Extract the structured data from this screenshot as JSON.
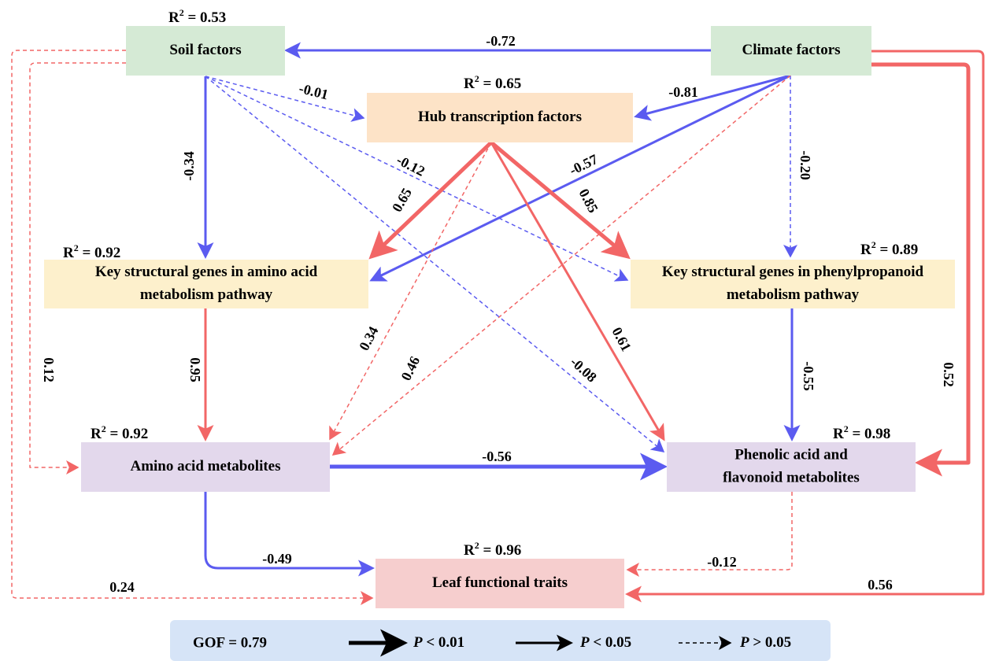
{
  "colors": {
    "negative": "#5b5bf0",
    "positive": "#f26666",
    "soil_box": "#d5ead5",
    "climate_box": "#d5ead5",
    "hub_box": "#fde3c7",
    "amino_genes_box": "#fdf0cc",
    "phenyl_genes_box": "#fdf0cc",
    "amino_met_box": "#e3d8ec",
    "phenolic_box": "#e3d8ec",
    "leaf_box": "#f6cece",
    "legend_bg": "#d6e4f7"
  },
  "nodes": {
    "soil": {
      "lines": [
        "Soil factors"
      ],
      "r2": "0.53"
    },
    "climate": {
      "lines": [
        "Climate factors"
      ]
    },
    "hub": {
      "lines": [
        "Hub transcription factors"
      ],
      "r2": "0.65"
    },
    "amino_genes": {
      "lines": [
        "Key structural genes in amino acid",
        "metabolism pathway"
      ],
      "r2": "0.92"
    },
    "phenyl_genes": {
      "lines": [
        "Key structural genes in phenylpropanoid",
        "metabolism pathway"
      ],
      "r2": "0.89"
    },
    "amino_met": {
      "lines": [
        "Amino acid metabolites"
      ],
      "r2": "0.92"
    },
    "phenolic": {
      "lines": [
        "Phenolic acid and",
        "flavonoid metabolites"
      ],
      "r2": "0.98"
    },
    "leaf": {
      "lines": [
        "Leaf functional traits"
      ],
      "r2": "0.96"
    }
  },
  "r2_prefix": "R",
  "r2_sup": "2",
  "r2_eq": " = ",
  "paths": [
    {
      "from": "climate",
      "to": "soil",
      "coef": "-0.72",
      "sign": "negative",
      "significance": "p<0.05"
    },
    {
      "from": "climate",
      "to": "hub",
      "coef": "-0.81",
      "sign": "negative",
      "significance": "p<0.05"
    },
    {
      "from": "climate",
      "to": "amino_genes",
      "coef": "-0.57",
      "sign": "negative",
      "significance": "p<0.05"
    },
    {
      "from": "climate",
      "to": "phenyl_genes",
      "coef": "-0.20",
      "sign": "negative",
      "significance": "p>0.05"
    },
    {
      "from": "climate",
      "to": "amino_met",
      "coef": "0.46",
      "sign": "positive",
      "significance": "p>0.05"
    },
    {
      "from": "climate",
      "to": "phenolic",
      "coef": "0.52",
      "sign": "positive",
      "significance": "p<0.01"
    },
    {
      "from": "climate",
      "to": "leaf",
      "coef": "0.56",
      "sign": "positive",
      "significance": "p<0.05"
    },
    {
      "from": "soil",
      "to": "hub",
      "coef": "-0.01",
      "sign": "negative",
      "significance": "p>0.05"
    },
    {
      "from": "soil",
      "to": "amino_genes",
      "coef": "-0.34",
      "sign": "negative",
      "significance": "p<0.05"
    },
    {
      "from": "soil",
      "to": "phenyl_genes",
      "coef": "-0.12",
      "sign": "negative",
      "significance": "p>0.05"
    },
    {
      "from": "soil",
      "to": "phenolic",
      "coef": "-0.08",
      "sign": "negative",
      "significance": "p>0.05"
    },
    {
      "from": "soil",
      "to": "amino_met",
      "coef": "0.12",
      "sign": "positive",
      "significance": "p>0.05"
    },
    {
      "from": "soil",
      "to": "leaf",
      "coef": "0.24",
      "sign": "positive",
      "significance": "p>0.05"
    },
    {
      "from": "hub",
      "to": "amino_genes",
      "coef": "0.65",
      "sign": "positive",
      "significance": "p<0.01"
    },
    {
      "from": "hub",
      "to": "phenyl_genes",
      "coef": "0.85",
      "sign": "positive",
      "significance": "p<0.01"
    },
    {
      "from": "hub",
      "to": "phenolic",
      "coef": "0.61",
      "sign": "positive",
      "significance": "p<0.05"
    },
    {
      "from": "hub",
      "to": "amino_met",
      "coef": "0.34",
      "sign": "positive",
      "significance": "p>0.05"
    },
    {
      "from": "amino_genes",
      "to": "amino_met",
      "coef": "0.95",
      "sign": "positive",
      "significance": "p<0.05"
    },
    {
      "from": "phenyl_genes",
      "to": "phenolic",
      "coef": "-0.55",
      "sign": "negative",
      "significance": "p<0.05"
    },
    {
      "from": "amino_met",
      "to": "phenolic",
      "coef": "-0.56",
      "sign": "negative",
      "significance": "p<0.01"
    },
    {
      "from": "amino_met",
      "to": "leaf",
      "coef": "-0.49",
      "sign": "negative",
      "significance": "p<0.05"
    },
    {
      "from": "phenolic",
      "to": "leaf",
      "coef": "-0.12",
      "sign": "positive",
      "significance": "p>0.05"
    }
  ],
  "legend": {
    "gof": "GOF = 0.79",
    "items": [
      {
        "p": "P",
        "rest": " < 0.01",
        "style": "p<0.01"
      },
      {
        "p": "P",
        "rest": " < 0.05",
        "style": "p<0.05"
      },
      {
        "p": "P",
        "rest": " > 0.05",
        "style": "p>0.05"
      }
    ]
  }
}
